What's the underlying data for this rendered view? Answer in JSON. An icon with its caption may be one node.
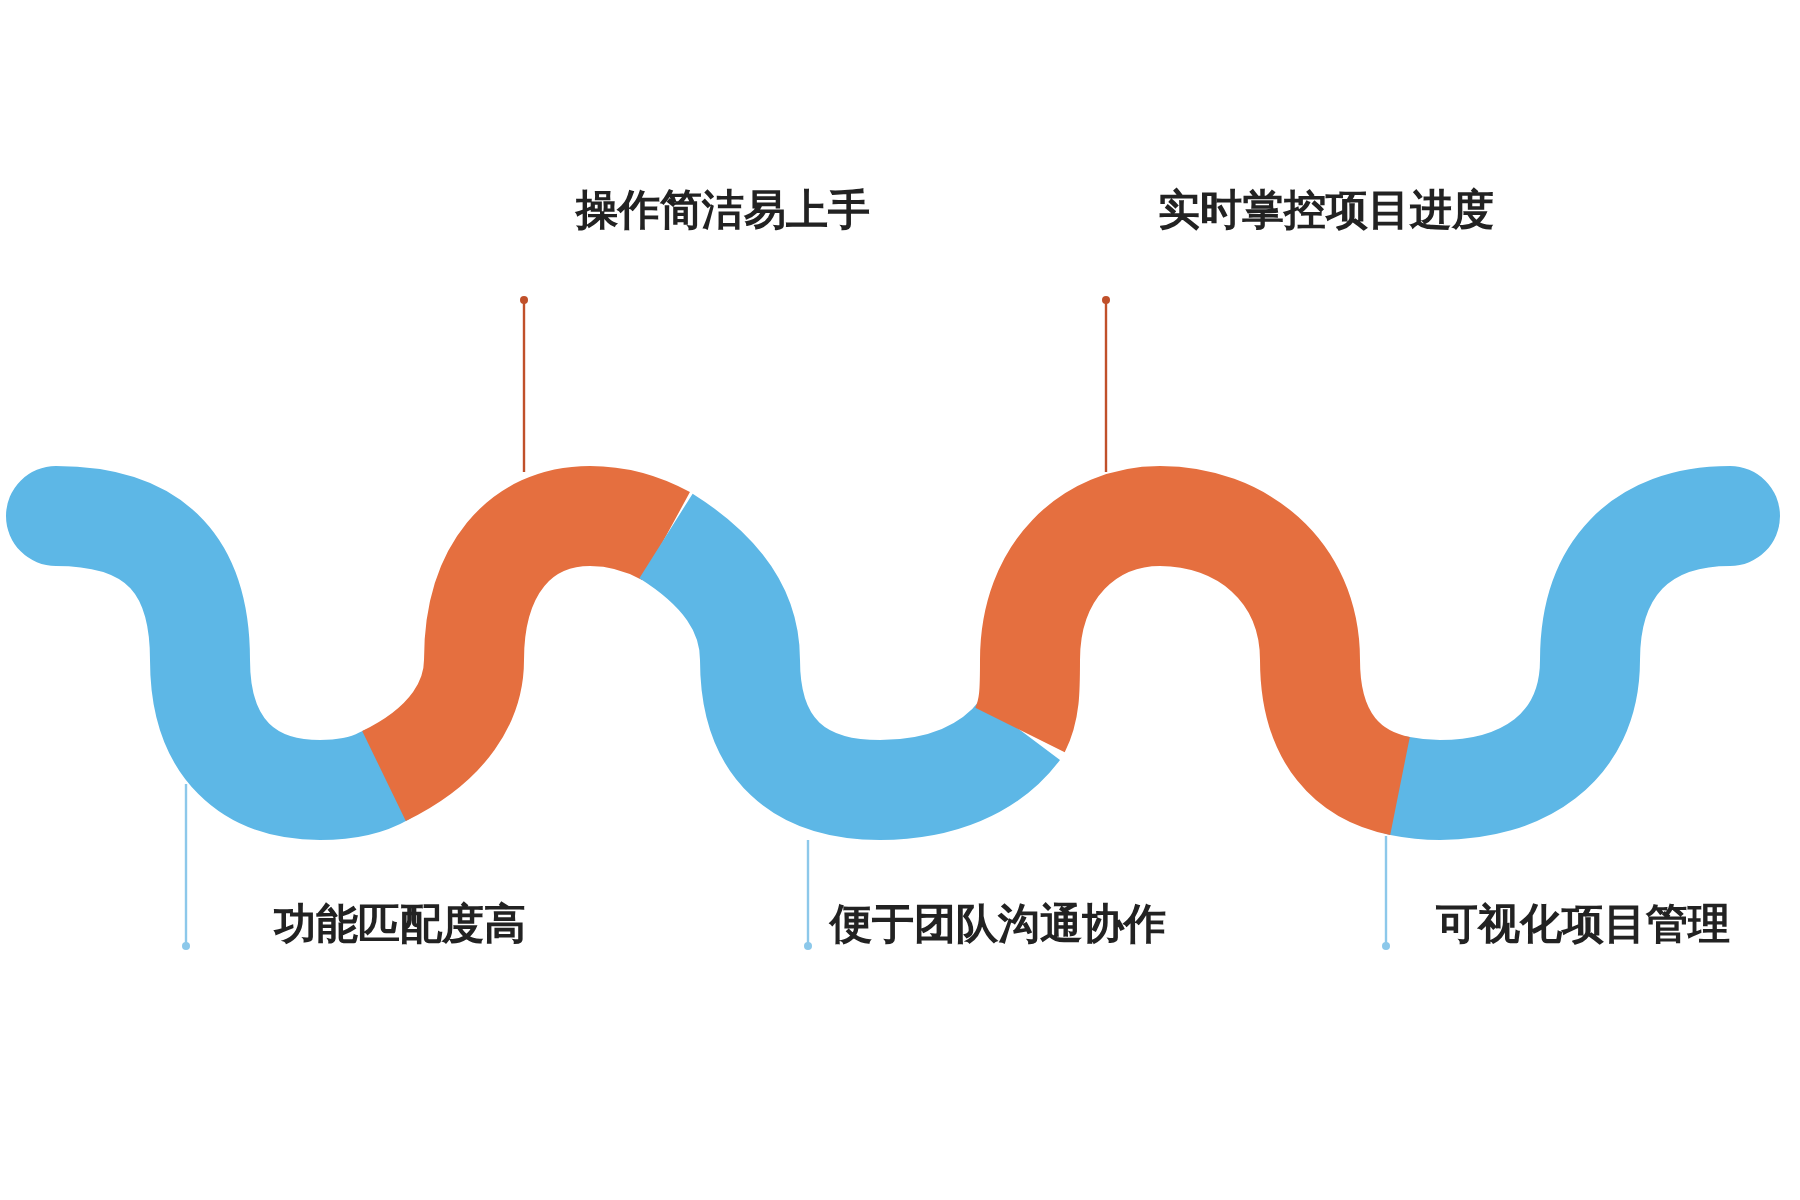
{
  "diagram": {
    "nodes": [
      {
        "text": [
          "操作简洁易上手"
        ]
      },
      {
        "text": [
          "实时掌控项目进度"
        ]
      },
      {
        "text": [
          "功能匹配度高"
        ]
      },
      {
        "text": [
          "便于团队沟通协作"
        ]
      },
      {
        "text": [
          "可视化项目管理"
        ]
      },
      {
        "text": [],
        "shape": "band"
      },
      {
        "text": [],
        "shape": "band"
      },
      {
        "text": [],
        "shape": "band"
      },
      {
        "text": [],
        "shape": "band"
      },
      {
        "text": [],
        "shape": "band"
      }
    ],
    "edges": [
      {
        "from": 0,
        "to": 6,
        "arrow": "other",
        "color": "#c0502a"
      },
      {
        "from": 1,
        "to": 8,
        "arrow": "other",
        "color": "#c0502a"
      },
      {
        "from": 2,
        "to": 5,
        "arrow": "other"
      },
      {
        "from": 3,
        "to": 7,
        "arrow": "other"
      },
      {
        "from": 4,
        "to": 9,
        "arrow": "other"
      }
    ]
  }
}
